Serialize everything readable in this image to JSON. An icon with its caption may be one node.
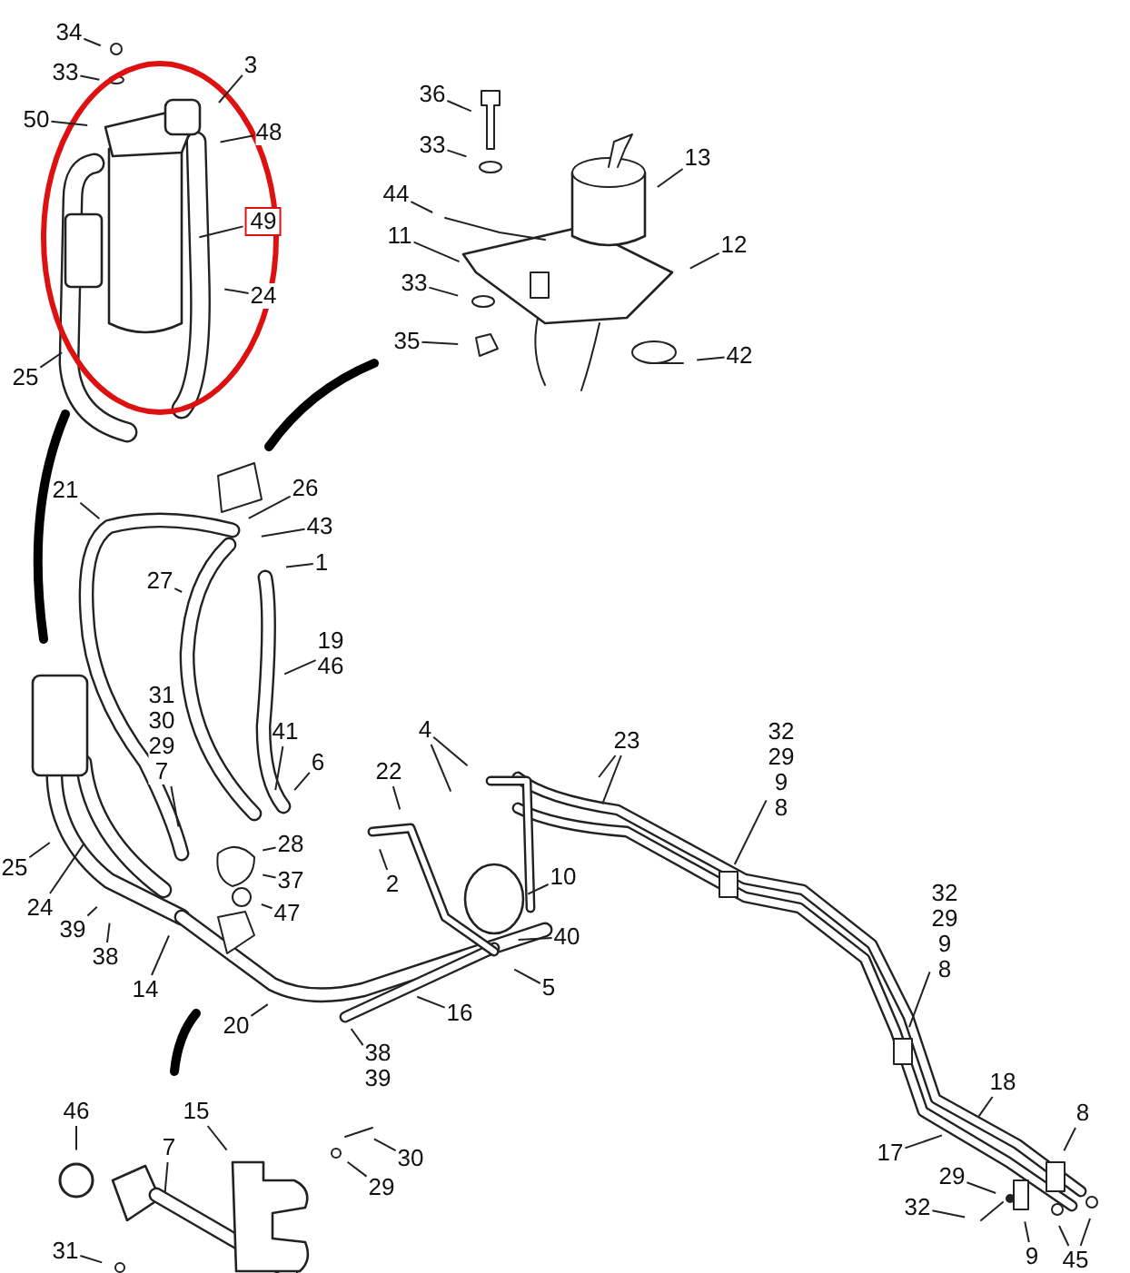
{
  "diagram": {
    "nodes": [
      {
        "text": [
          "34"
        ]
      },
      {
        "text": [
          "33"
        ]
      },
      {
        "text": [
          "3"
        ]
      },
      {
        "text": [
          "50"
        ]
      },
      {
        "text": [
          "48"
        ]
      },
      {
        "text": [
          "49"
        ]
      },
      {
        "text": [
          "24"
        ]
      },
      {
        "text": [
          "25"
        ]
      },
      {
        "text": [
          "36"
        ]
      },
      {
        "text": [
          "33"
        ]
      },
      {
        "text": [
          "13"
        ]
      },
      {
        "text": [
          "44"
        ]
      },
      {
        "text": [
          "11"
        ]
      },
      {
        "text": [
          "12"
        ]
      },
      {
        "text": [
          "33"
        ]
      },
      {
        "text": [
          "35"
        ]
      },
      {
        "text": [
          "42"
        ]
      },
      {
        "text": [
          "21"
        ]
      },
      {
        "text": [
          "26"
        ]
      },
      {
        "text": [
          "43"
        ]
      },
      {
        "text": [
          "1"
        ]
      },
      {
        "text": [
          "27"
        ]
      },
      {
        "text": [
          "19",
          "46"
        ]
      },
      {
        "text": [
          "31",
          "30",
          "29",
          "7"
        ]
      },
      {
        "text": [
          "41"
        ]
      },
      {
        "text": [
          "6"
        ]
      },
      {
        "text": [
          "22"
        ]
      },
      {
        "text": [
          "4"
        ]
      },
      {
        "text": [
          "23"
        ]
      },
      {
        "text": [
          "32",
          "29",
          "9",
          "8"
        ]
      },
      {
        "text": [
          "28"
        ]
      },
      {
        "text": [
          "37"
        ]
      },
      {
        "text": [
          "47"
        ]
      },
      {
        "text": [
          "2"
        ]
      },
      {
        "text": [
          "10"
        ]
      },
      {
        "text": [
          "25"
        ]
      },
      {
        "text": [
          "24"
        ]
      },
      {
        "text": [
          "39"
        ]
      },
      {
        "text": [
          "38"
        ]
      },
      {
        "text": [
          "14"
        ]
      },
      {
        "text": [
          "40"
        ]
      },
      {
        "text": [
          "5"
        ]
      },
      {
        "text": [
          "32",
          "29",
          "9",
          "8"
        ]
      },
      {
        "text": [
          "16"
        ]
      },
      {
        "text": [
          "20"
        ]
      },
      {
        "text": [
          "38",
          "39"
        ]
      },
      {
        "text": [
          "18"
        ]
      },
      {
        "text": [
          "46"
        ]
      },
      {
        "text": [
          "15"
        ]
      },
      {
        "text": [
          "17"
        ]
      },
      {
        "text": [
          "8"
        ]
      },
      {
        "text": [
          "7"
        ]
      },
      {
        "text": [
          "30"
        ]
      },
      {
        "text": [
          "29"
        ]
      },
      {
        "text": [
          "29"
        ]
      },
      {
        "text": [
          "32"
        ]
      },
      {
        "text": [
          "9"
        ]
      },
      {
        "text": [
          "31"
        ]
      },
      {
        "text": [
          "45"
        ]
      }
    ],
    "edges": [
      {
        "from": 0,
        "to": null,
        "arrow": "none"
      },
      {
        "from": 1,
        "to": null,
        "arrow": "none"
      },
      {
        "from": 2,
        "to": null,
        "arrow": "none"
      },
      {
        "from": 3,
        "to": null,
        "arrow": "none"
      },
      {
        "from": 4,
        "to": null,
        "arrow": "none"
      },
      {
        "from": 5,
        "to": null,
        "arrow": "none"
      },
      {
        "from": 6,
        "to": null,
        "arrow": "none"
      },
      {
        "from": 7,
        "to": null,
        "arrow": "none"
      },
      {
        "from": 8,
        "to": null,
        "arrow": "none"
      },
      {
        "from": 9,
        "to": null,
        "arrow": "none"
      },
      {
        "from": 10,
        "to": null,
        "arrow": "none"
      },
      {
        "from": 11,
        "to": null,
        "arrow": "none"
      },
      {
        "from": 12,
        "to": null,
        "arrow": "none"
      },
      {
        "from": 13,
        "to": null,
        "arrow": "none"
      },
      {
        "from": 14,
        "to": null,
        "arrow": "none"
      },
      {
        "from": 15,
        "to": null,
        "arrow": "none"
      },
      {
        "from": 16,
        "to": null,
        "arrow": "none"
      },
      {
        "from": 17,
        "to": null,
        "arrow": "none"
      },
      {
        "from": 18,
        "to": null,
        "arrow": "none"
      },
      {
        "from": 19,
        "to": null,
        "arrow": "none"
      },
      {
        "from": 20,
        "to": null,
        "arrow": "none"
      },
      {
        "from": 21,
        "to": null,
        "arrow": "none"
      },
      {
        "from": 22,
        "to": null,
        "arrow": "none"
      },
      {
        "from": 23,
        "to": null,
        "arrow": "none"
      },
      {
        "from": 24,
        "to": null,
        "arrow": "none"
      },
      {
        "from": 25,
        "to": null,
        "arrow": "none"
      },
      {
        "from": 26,
        "to": null,
        "arrow": "none"
      },
      {
        "from": 27,
        "to": null,
        "arrow": "none"
      },
      {
        "from": 27,
        "to": null,
        "arrow": "none"
      },
      {
        "from": 28,
        "to": null,
        "arrow": "none"
      },
      {
        "from": 28,
        "to": null,
        "arrow": "none"
      },
      {
        "from": 29,
        "to": null,
        "arrow": "none"
      },
      {
        "from": 30,
        "to": null,
        "arrow": "none"
      },
      {
        "from": 31,
        "to": null,
        "arrow": "none"
      },
      {
        "from": 32,
        "to": null,
        "arrow": "none"
      },
      {
        "from": 33,
        "to": null,
        "arrow": "none"
      },
      {
        "from": 34,
        "to": null,
        "arrow": "none"
      },
      {
        "from": 35,
        "to": null,
        "arrow": "none"
      },
      {
        "from": 36,
        "to": null,
        "arrow": "none"
      },
      {
        "from": 37,
        "to": null,
        "arrow": "none"
      },
      {
        "from": 38,
        "to": null,
        "arrow": "none"
      },
      {
        "from": 39,
        "to": null,
        "arrow": "none"
      },
      {
        "from": 40,
        "to": null,
        "arrow": "none"
      },
      {
        "from": 41,
        "to": null,
        "arrow": "none"
      },
      {
        "from": 42,
        "to": null,
        "arrow": "none"
      },
      {
        "from": 43,
        "to": null,
        "arrow": "none"
      },
      {
        "from": 44,
        "to": null,
        "arrow": "none"
      },
      {
        "from": 45,
        "to": null,
        "arrow": "none"
      },
      {
        "from": 46,
        "to": null,
        "arrow": "none"
      },
      {
        "from": 47,
        "to": null,
        "arrow": "none"
      },
      {
        "from": 48,
        "to": null,
        "arrow": "none"
      },
      {
        "from": 49,
        "to": null,
        "arrow": "none"
      },
      {
        "from": 50,
        "to": null,
        "arrow": "none"
      },
      {
        "from": 51,
        "to": null,
        "arrow": "none"
      },
      {
        "from": 52,
        "to": null,
        "arrow": "none"
      },
      {
        "from": 53,
        "to": null,
        "arrow": "none"
      },
      {
        "from": 54,
        "to": null,
        "arrow": "none"
      },
      {
        "from": 55,
        "to": null,
        "arrow": "none"
      },
      {
        "from": 56,
        "to": null,
        "arrow": "none"
      },
      {
        "from": 57,
        "to": null,
        "arrow": "none"
      },
      {
        "from": 58,
        "to": null,
        "arrow": "none"
      },
      {
        "from": 58,
        "to": null,
        "arrow": "none"
      }
    ]
  }
}
